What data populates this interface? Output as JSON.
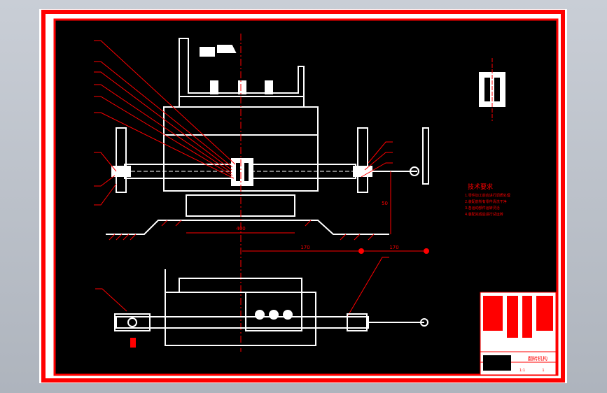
{
  "viewer": {
    "background_top": "#c9ced6",
    "background_bottom": "#aeb4bd"
  },
  "sheet": {
    "paper_color": "#ffffff",
    "frame_color": "#ff0000",
    "field_color": "#000000",
    "linework_color": "#ffffff",
    "annotation_color": "#ff0000"
  },
  "technical_requirements": {
    "heading": "技术要求",
    "items": [
      "1.零件加工前应进行调质处理",
      "2.装配前所有零件清洗干净",
      "3.各运动部件运转灵活",
      "4.装配完成后进行试运转"
    ]
  },
  "dimensions": {
    "base_length": "400",
    "slide_left": "170",
    "slide_right": "170",
    "height": "50"
  },
  "title_block": {
    "drawing_title": "翻转机构",
    "scale": "1:1",
    "sheet_no": "1"
  }
}
